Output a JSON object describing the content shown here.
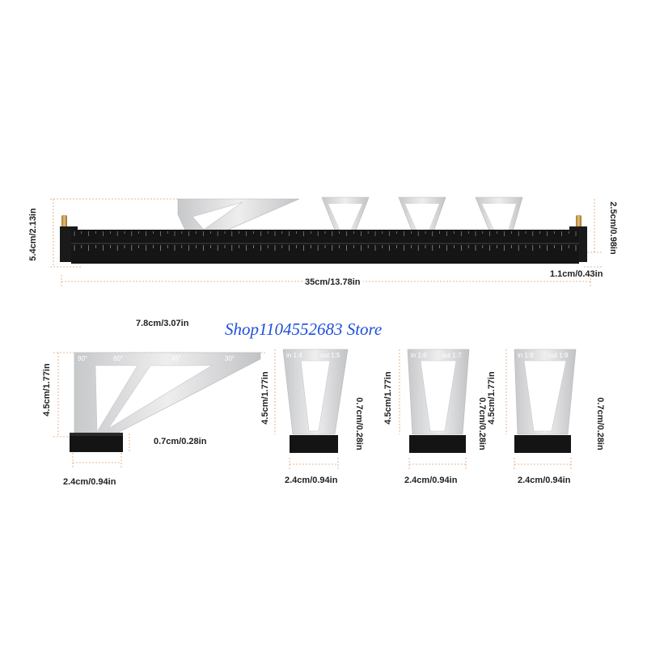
{
  "watermark": "Shop1104552683 Store",
  "ruler": {
    "length_label": "35cm/13.78in",
    "height_label": "5.4cm/2.13in",
    "rise_label": "2.5cm/0.98in",
    "thickness_label": "1.1cm/0.43in",
    "scale_start": 0,
    "scale_end": 35
  },
  "protractor": {
    "width_label": "7.8cm/3.07in",
    "height_label": "4.5cm/1.77in",
    "base_height_label": "0.7cm/0.28in",
    "base_width_label": "2.4cm/0.94in",
    "angles": [
      "90°",
      "60°",
      "45°",
      "30°"
    ]
  },
  "gauges": [
    {
      "ratio_in": "in 1:4",
      "ratio_out": "out 1:5",
      "height_label": "4.5cm/1.77in",
      "base_height_label": "0.7cm/0.28in",
      "base_width_label": "2.4cm/0.94in"
    },
    {
      "ratio_in": "in 1:6",
      "ratio_out": "out 1:7",
      "height_label": "4.5cm/1.77in",
      "base_height_label": "0.7cm/0.28in",
      "base_width_label": "2.4cm/0.94in"
    },
    {
      "ratio_in": "in 1:8",
      "ratio_out": "out 1:9",
      "height_label": "4.5cm/1.77in",
      "base_height_label": "0.7cm/0.28in",
      "base_width_label": "2.4cm/0.94in"
    }
  ],
  "colors": {
    "aluminum": "#d9dadc",
    "black_anodized": "#141414",
    "brass": "#c89b4a",
    "dimension_line": "#e0a070",
    "watermark": "#1f4fd8"
  }
}
